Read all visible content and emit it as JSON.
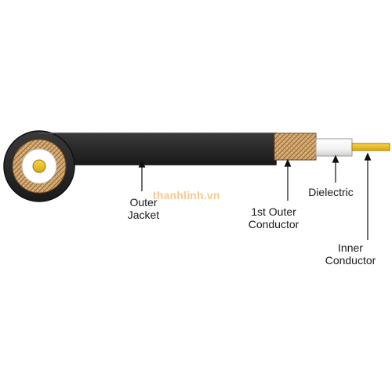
{
  "labels": {
    "outer_jacket": [
      "Outer",
      "Jacket"
    ],
    "first_outer_conductor": [
      "1st Outer",
      "Conductor"
    ],
    "dielectric": "Dielectric",
    "inner_conductor": [
      "Inner",
      "Conductor"
    ]
  },
  "watermark": "thanhlinh.vn",
  "colors": {
    "jacket": "#2b2b2b",
    "braid": "#d9b17a",
    "dielectric": "#ffffff",
    "inner_conductor": "#f0c419",
    "leader": "#111111",
    "label_text": "#1a1a1a",
    "watermark": "#f3b66a"
  }
}
